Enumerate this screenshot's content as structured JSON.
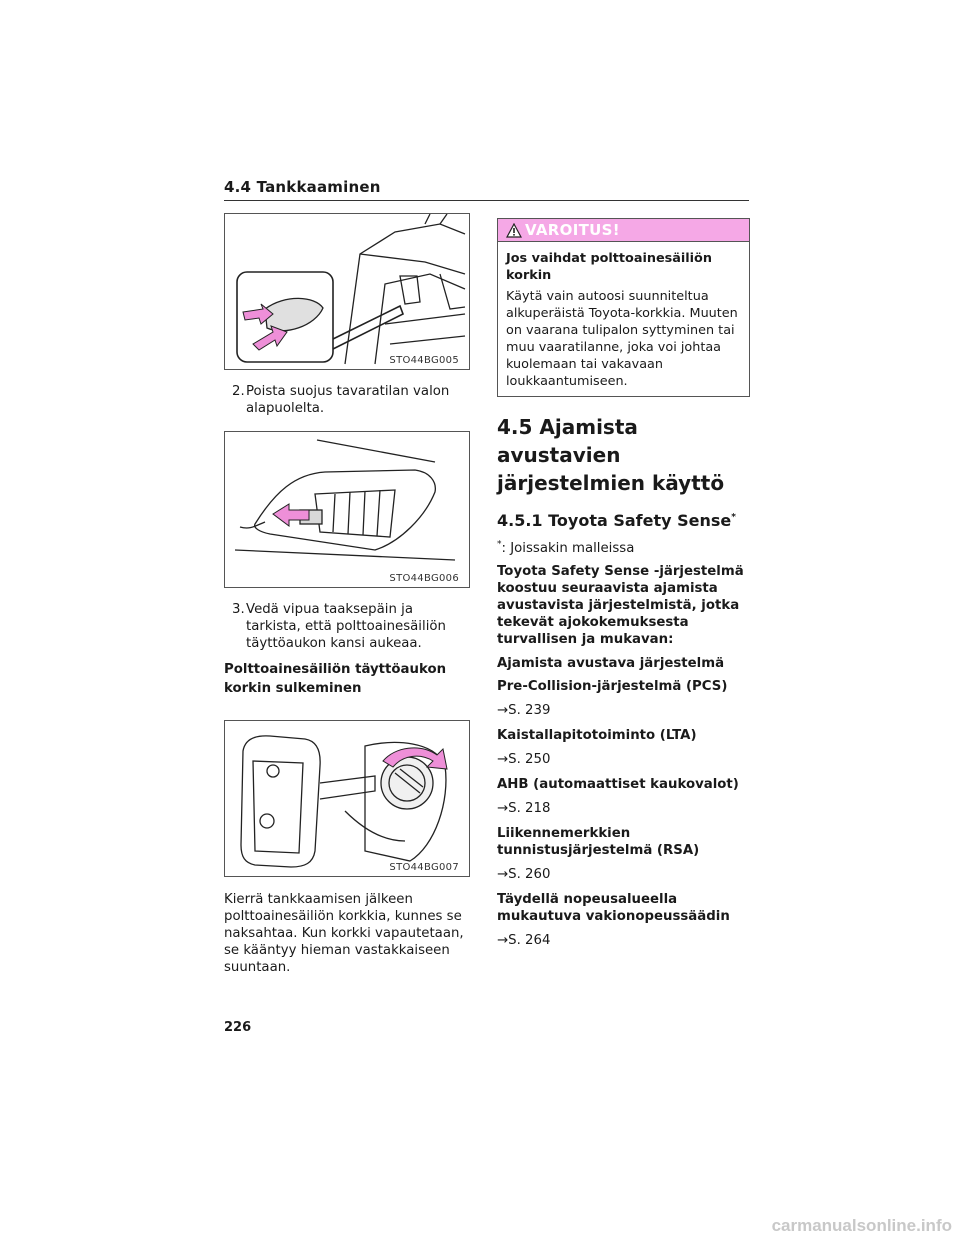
{
  "header": {
    "section_title": "4.4 Tankkaaminen"
  },
  "left": {
    "figure1": {
      "code": "STO44BG005"
    },
    "step2": {
      "num": "2.",
      "text": "Poista suojus tavaratilan valon alapuolelta."
    },
    "figure2": {
      "code": "STO44BG006"
    },
    "step3": {
      "num": "3.",
      "text": "Vedä vipua taaksepäin ja tarkista, että polttoainesäiliön täyttöaukon kansi aukeaa."
    },
    "closing_heading": "Polttoainesäiliön täyttöaukon korkin sulkeminen",
    "figure3": {
      "code": "STO44BG007"
    },
    "closing_text": "Kierrä tankkaamisen jälkeen polttoainesäiliön korkkia, kunnes se naksahtaa. Kun korkki vapautetaan, se kääntyy hieman vastakkaiseen suuntaan."
  },
  "warning": {
    "title": "VAROITUS!",
    "heading": "Jos vaihdat polttoainesäiliön korkin",
    "text": "Käytä vain autoosi suunniteltua alkuperäistä Toyota-korkkia. Muuten on vaarana tulipalon syttyminen tai muu vaaratilanne, joka voi johtaa kuolemaan tai vakavaan loukkaantumiseen.",
    "accent_color": "#f5a8e6"
  },
  "section": {
    "title": "4.5 Ajamista avustavien järjestelmien käyttö",
    "subsection_title": "4.5.1 Toyota Safety Sense",
    "asterisk": "*",
    "footnote": ": Joissakin malleissa",
    "intro": "Toyota Safety Sense -järjestelmä koostuu seuraavista ajamista avustavista järjestelmistä, jotka tekevät ajokokemuksesta turvallisen ja mukavan:",
    "list_heading": "Ajamista avustava järjestelmä",
    "items": [
      {
        "name": "Pre-Collision-järjestelmä (PCS)",
        "ref": "→S. 239"
      },
      {
        "name": "Kaistallapitotoiminto (LTA)",
        "ref": "→S. 250"
      },
      {
        "name": "AHB (automaattiset kaukovalot)",
        "ref": "→S. 218"
      },
      {
        "name": "Liikennemerkkien tunnistusjärjestelmä (RSA)",
        "ref": "→S. 260"
      },
      {
        "name": "Täydellä nopeusalueella mukautuva vakionopeussäädin",
        "ref": "→S. 264"
      }
    ]
  },
  "footer": {
    "page_number": "226",
    "watermark": "carmanualsonline.info"
  }
}
